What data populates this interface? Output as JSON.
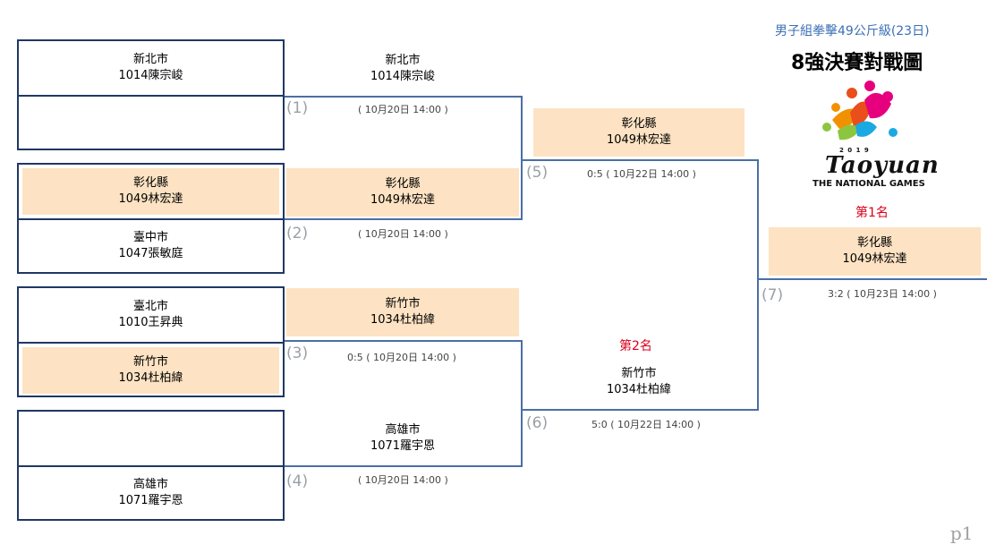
{
  "header": {
    "event": "男子組拳擊49公斤級(23日)",
    "title": "8強決賽對戰圖",
    "logo_year": "2 0 1 9",
    "logo_city": "Taoyuan",
    "logo_caption": "THE NATIONAL GAMES"
  },
  "round1": [
    {
      "city": "新北市",
      "name": "1014陳宗峻"
    },
    {
      "city": "",
      "name": ""
    },
    {
      "city": "彰化縣",
      "name": "1049林宏達"
    },
    {
      "city": "臺中市",
      "name": "1047張敏庭"
    },
    {
      "city": "臺北市",
      "name": "1010王昇典"
    },
    {
      "city": "新竹市",
      "name": "1034杜柏緯"
    },
    {
      "city": "",
      "name": ""
    },
    {
      "city": "高雄市",
      "name": "1071羅宇恩"
    }
  ],
  "round2": [
    {
      "city": "新北市",
      "name": "1014陳宗峻"
    },
    {
      "city": "彰化縣",
      "name": "1049林宏達"
    },
    {
      "city": "新竹市",
      "name": "1034杜柏緯"
    },
    {
      "city": "高雄市",
      "name": "1071羅宇恩"
    }
  ],
  "round3": [
    {
      "city": "彰化縣",
      "name": "1049林宏達"
    },
    {
      "city": "新竹市",
      "name": "1034杜柏緯"
    }
  ],
  "final": {
    "city": "彰化縣",
    "name": "1049林宏達"
  },
  "matches": [
    {
      "no": "(1)",
      "info": "( 10月20日 14:00 )"
    },
    {
      "no": "(2)",
      "info": "( 10月20日 14:00 )"
    },
    {
      "no": "(3)",
      "info": "0:5 ( 10月20日 14:00 )"
    },
    {
      "no": "(4)",
      "info": "( 10月20日 14:00 )"
    },
    {
      "no": "(5)",
      "info": "0:5 ( 10月22日 14:00 )"
    },
    {
      "no": "(6)",
      "info": "5:0 ( 10月22日 14:00 )"
    },
    {
      "no": "(7)",
      "info": "3:2 ( 10月23日 14:00 )"
    }
  ],
  "ranks": {
    "first": "第1名",
    "second": "第2名"
  },
  "page": "p1",
  "colors": {
    "highlight": "#fde3c3",
    "line": "#4a6fa5",
    "box_border": "#1f3864",
    "rank": "#d9001b",
    "title": "#3b6fb6"
  }
}
